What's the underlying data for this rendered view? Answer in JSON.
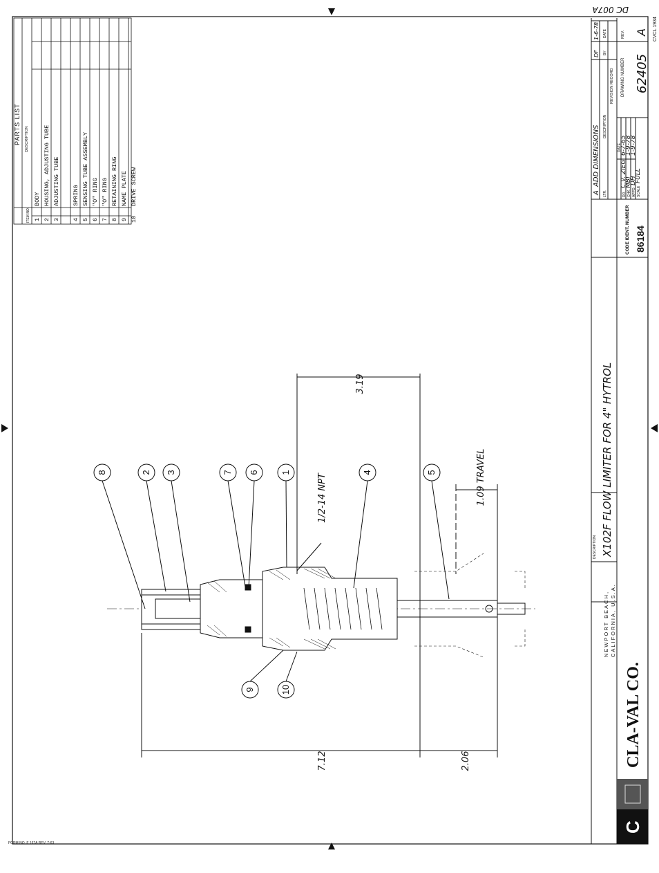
{
  "sheet_corner_id": "DC 007A",
  "parts_list": {
    "title": "PARTS LIST",
    "col_item": "ITEM NO.",
    "col_desc": "DESCRIPTION",
    "items": [
      {
        "no": "1",
        "desc": "BODY"
      },
      {
        "no": "2",
        "desc": "HOUSING, ADJUSTING TUBE"
      },
      {
        "no": "3",
        "desc": "ADJUSTING TUBE"
      },
      {
        "no": "4",
        "desc": "SPRING"
      },
      {
        "no": "5",
        "desc": "SENSING TUBE ASSEMBLY"
      },
      {
        "no": "6",
        "desc": "\"O\" RING"
      },
      {
        "no": "7",
        "desc": "\"O\" RING"
      },
      {
        "no": "8",
        "desc": "RETAINING RING"
      },
      {
        "no": "9",
        "desc": "NAME PLATE"
      },
      {
        "no": "10",
        "desc": "DRIVE SCREW"
      }
    ]
  },
  "balloons": [
    "8",
    "2",
    "3",
    "7",
    "6",
    "1",
    "4",
    "5",
    "9",
    "10"
  ],
  "dimensions": {
    "d1": "3.19",
    "d2": "1.09 TRAVEL",
    "d3": "1/2-14 NPT",
    "d4": "7.12",
    "d5": "2.06"
  },
  "title_block": {
    "company": "CLA-VAL CO.",
    "address1": "NEWPORT BEACH,",
    "address2": "CALIFORNIA, U.S.A.",
    "desc_label": "DESCRIPTION",
    "description": "X102F    FLOW LIMITER  FOR  4\" HYTROL",
    "code_ident_label": "CODE IDENT. NUMBER",
    "code_ident": "86184",
    "dr_label": "DR.",
    "dr": "C.V. ZIEG",
    "dr_date": "6-7-65",
    "chk_label": "CHK.",
    "chk": "MBJ",
    "chk_date": "1-9-78",
    "appd_label": "APPD.",
    "appd": "DH",
    "appd_date": "1-9-78",
    "scale_label": "SCALE",
    "scale": "FULL",
    "date_label": "DATE",
    "drawing_number_label": "DRAWING NUMBER",
    "drawing_number": "62405",
    "rev_label": "REV.",
    "rev": "A",
    "revision_record": "REVISION RECORD",
    "rev_ltr_label": "LTR.",
    "rev_desc_label": "DESCRIPTION",
    "rev_by_label": "BY",
    "rev_date_label": "DATE",
    "rev_ltr": "A",
    "rev_desc": "ADD DIMENSIONS",
    "rev_by": "DF",
    "rev_date": "1-6-78",
    "sheet_mark": "CVCL 1934"
  },
  "form_no": "FORM NO. F 167A  REV. 7-63"
}
